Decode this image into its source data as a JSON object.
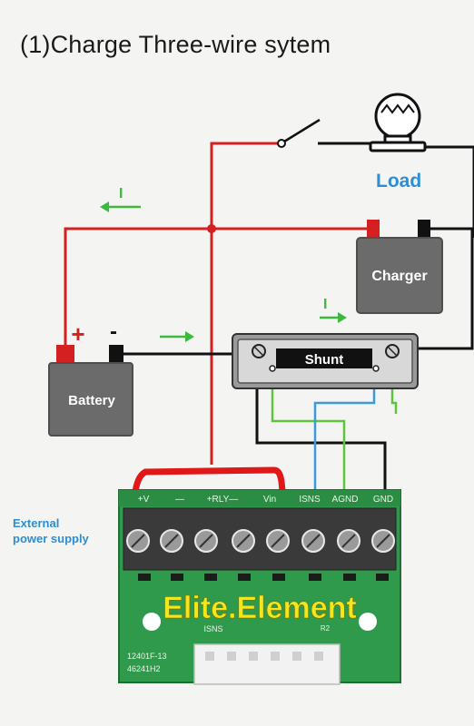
{
  "title": "(1)Charge Three-wire sytem",
  "labels": {
    "load": "Load",
    "charger": "Charger",
    "shunt": "Shunt",
    "battery": "Battery",
    "external_power_line1": "External",
    "external_power_line2": "power supply",
    "current_symbol": "I",
    "plus": "+",
    "minus": "-"
  },
  "board": {
    "header": [
      "+V",
      "—",
      "+RLY—",
      "Vin",
      "ISNS",
      "AGND",
      "GND"
    ],
    "brand": "Elite.Element",
    "silk_isns": "ISNS",
    "silk_r2": "R2",
    "code1": "12401F-13",
    "code2": "46241H2"
  },
  "colors": {
    "wire_red": "#d32020",
    "wire_black": "#111111",
    "wire_blue": "#3a9bd8",
    "wire_green": "#5cc53a",
    "arrow_green": "#3cb83c",
    "label_blue": "#2a8fd6",
    "board_green": "#2f9a4b",
    "brand_yellow": "#f3e61c",
    "device_gray": "#6b6b6b"
  }
}
